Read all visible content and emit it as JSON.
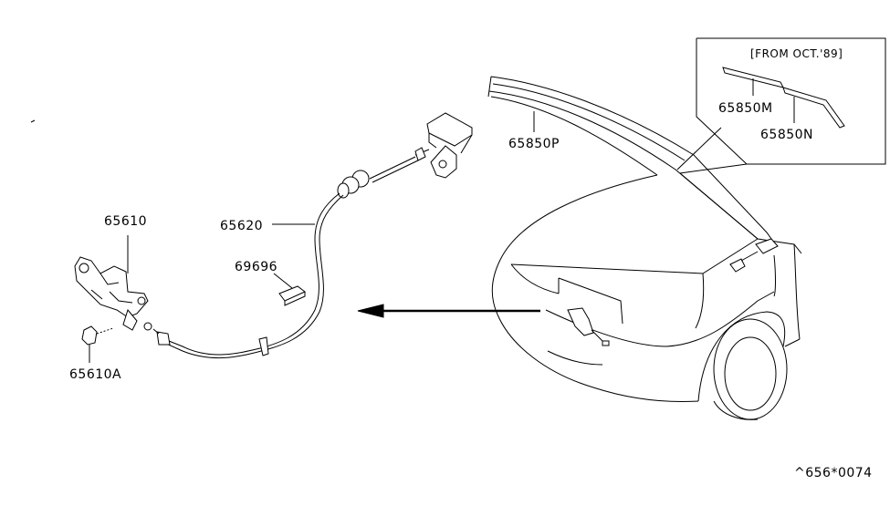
{
  "labels": {
    "hood_lock": "65610",
    "hood_lock_bolt": "65610A",
    "release_cable": "65620",
    "clip": "69696",
    "seal_p": "65850P",
    "seal_m": "65850M",
    "seal_n": "65850N",
    "inset_note": "[FROM OCT.'89]",
    "catalog_ref": "^656*0074"
  }
}
